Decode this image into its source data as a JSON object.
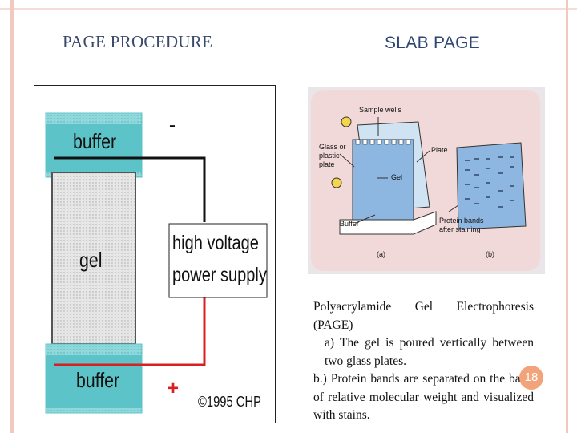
{
  "slide": {
    "title_left": "PAGE PROCEDURE",
    "title_right": "SLAB PAGE",
    "page_number": "18"
  },
  "left_diagram": {
    "buffer_top": "buffer",
    "gel": "gel",
    "buffer_bottom": "buffer",
    "power_supply_line1": "high voltage",
    "power_supply_line2": "power supply",
    "minus_sign": "-",
    "plus_sign": "+",
    "copyright": "©1995 CHP"
  },
  "right_diagram": {
    "sample_wells": "Sample wells",
    "glass_line1": "Glass or",
    "glass_line2": "plastic",
    "glass_line3": "plate",
    "gel": "Gel",
    "plate": "Plate",
    "buffer": "Buffer",
    "protein_line1": "Protein bands",
    "protein_line2": "after staining",
    "label_a": "(a)",
    "label_b": "(b)"
  },
  "description": {
    "line1": "Polyacrylamide Gel Electrophoresis (PAGE)",
    "line2": "a) The gel is poured vertically between two glass plates.",
    "line3": "b.) Protein bands are separated on the basis of relative molecular weight and visualized with stains."
  },
  "colors": {
    "buffer_fill": "#5cc4c8",
    "gel_fill": "#e8e8e8",
    "wire_red": "#d82020",
    "wire_black": "#111111",
    "badge": "#f3a37a"
  }
}
